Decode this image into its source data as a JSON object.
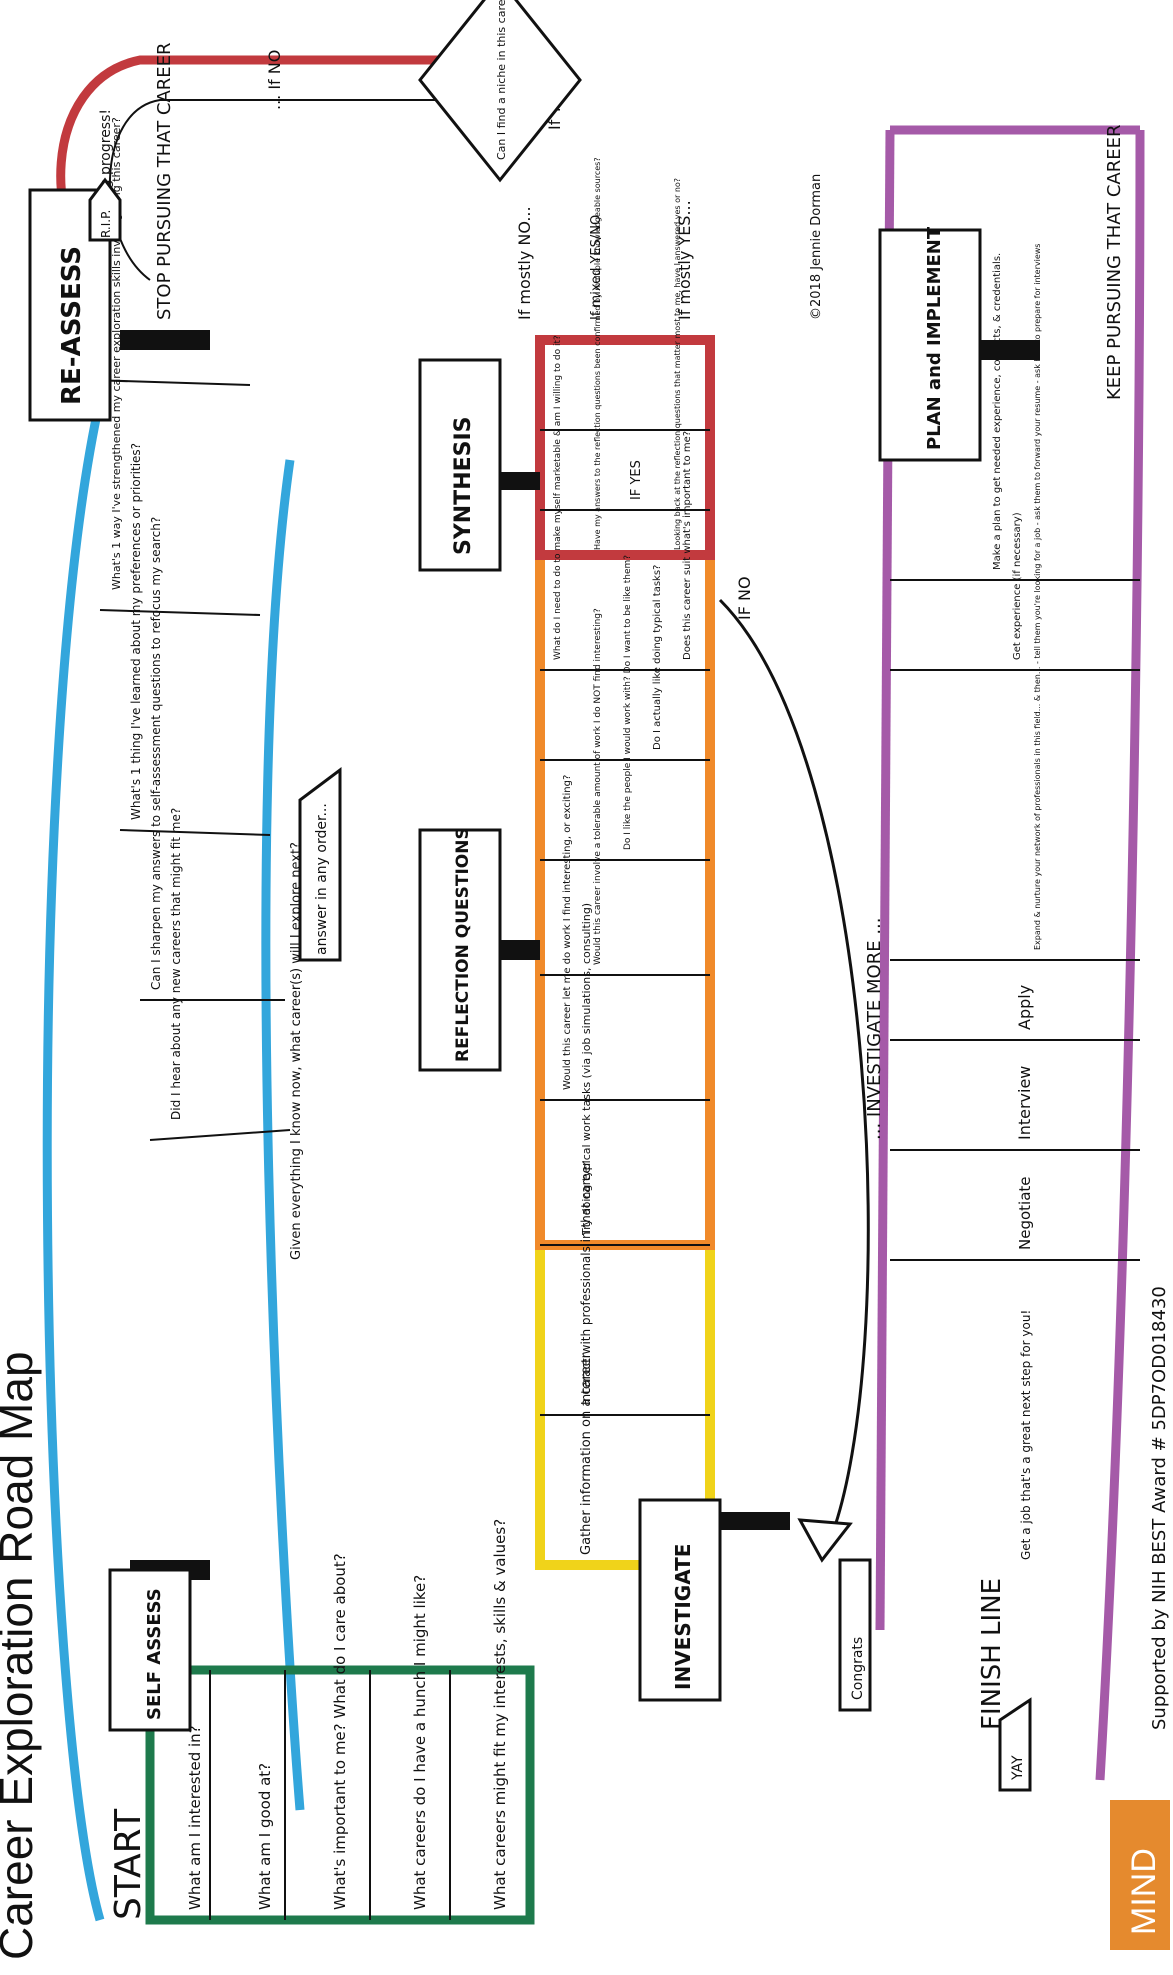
{
  "title": "Career Exploration Road Map",
  "footer": "Supported by NIH BEST Award # 5DP7OD018430",
  "logo": {
    "text": "MIND"
  },
  "signature": "©2018 Jennie Dorman",
  "colors": {
    "self_assess": "#1e7a4c",
    "investigate": "#f0d31a",
    "reflection": "#f08a2a",
    "synthesis": "#c23a3e",
    "reassess": "#33a6dc",
    "plan": "#a55aa8",
    "arrow_outline": "#111111",
    "logo_bg": "#e58a2e"
  },
  "start_label": "START",
  "stages": {
    "self_assess": "SELF ASSESS",
    "investigate": "INVESTIGATE",
    "reflection": "REFLECTION QUESTIONS",
    "reflection_note": "answer in any order...",
    "synthesis": "SYNTHESIS",
    "reassess": "RE-ASSESS",
    "plan": "PLAN and IMPLEMENT"
  },
  "self_assess_steps": [
    "What am I interested in?",
    "What am I good at?",
    "What's important to me? What do I care about?",
    "What careers do I have a hunch I might like?",
    "What careers might fit my interests, skills & values?"
  ],
  "reassess_steps": [
    "Given everything I know now, what career(s) will I explore next?",
    "Did I hear about any new careers that might fit me?",
    "Can I sharpen my answers to self-assessment questions to refocus my search?",
    "What's 1 thing I've learned about my preferences or priorities?",
    "What's 1 way I've strengthened my career exploration skills investigating this career?",
    "Take heart! You are making progress!"
  ],
  "investigate_steps": [
    "Gather information on a career",
    "Interact with professionals in that career",
    "Try doing typical work tasks (via job simulations, consulting)"
  ],
  "reflection_steps": [
    "Would this career let me do work I find interesting, or exciting?",
    "Would this career involve a tolerable amount of work I do NOT find interesting?",
    "Do I like the people I would work with? Do I want to be like them?",
    "Do I actually like doing typical tasks?",
    "Does this career suit what's important to me?",
    "What do I need to do to make myself marketable & am I willing to do it?"
  ],
  "synthesis_steps": [
    "Have my answers to the reflection questions been confirmed by multiple knowledgeable sources?",
    "IF YES",
    "Looking back at the reflection questions that matter most to me, have I answered yes or no?"
  ],
  "plan_steps": [
    "Make a plan to get needed experience, contacts, & credentials.",
    "Get experience (if necessary)",
    "Expand & nurture your network of professionals in this field... & then... - tell them you're looking for a job - ask them to forward your resume - ask how to prepare for interviews",
    "Apply",
    "Interview",
    "Negotiate",
    "Get a job that's a great next step for you!"
  ],
  "branches": {
    "if_no_synthesis": "IF NO",
    "investigate_more": "... INVESTIGATE MORE ...",
    "mostly_no": "If mostly NO...",
    "mixed": "If mixed YES/NO",
    "mostly_yes": "If mostly YES...",
    "niche_question": "Can I find a niche in this career that would be a good fit?",
    "if_no": "... If NO",
    "if_yes": "If YES..."
  },
  "stop_label": "STOP PURSUING THAT CAREER",
  "rip": "R.I.P.",
  "keep_label": "KEEP PURSUING THAT CAREER",
  "finish_label": "FINISH LINE",
  "congrats": "Congrats",
  "yay": "YAY"
}
